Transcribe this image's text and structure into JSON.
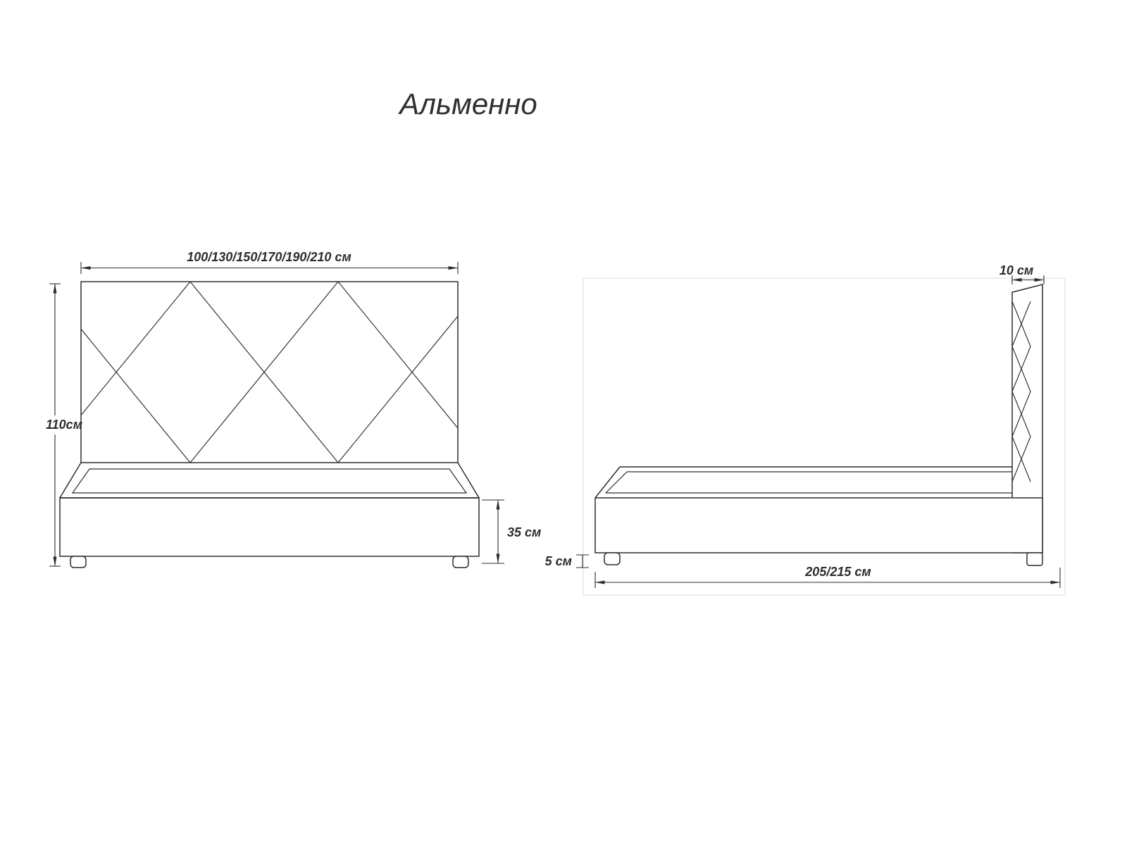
{
  "title": "Альменно",
  "colors": {
    "ink": "#2d2d2d",
    "frame_border": "#d9d9d9"
  },
  "front_view": {
    "width_label": "100/130/150/170/190/210 см",
    "height_label": "110см",
    "base_height_label": "35 см"
  },
  "side_view": {
    "thickness_label": "10 см",
    "length_label": "205/215 см",
    "leg_height_label": "5 см"
  }
}
